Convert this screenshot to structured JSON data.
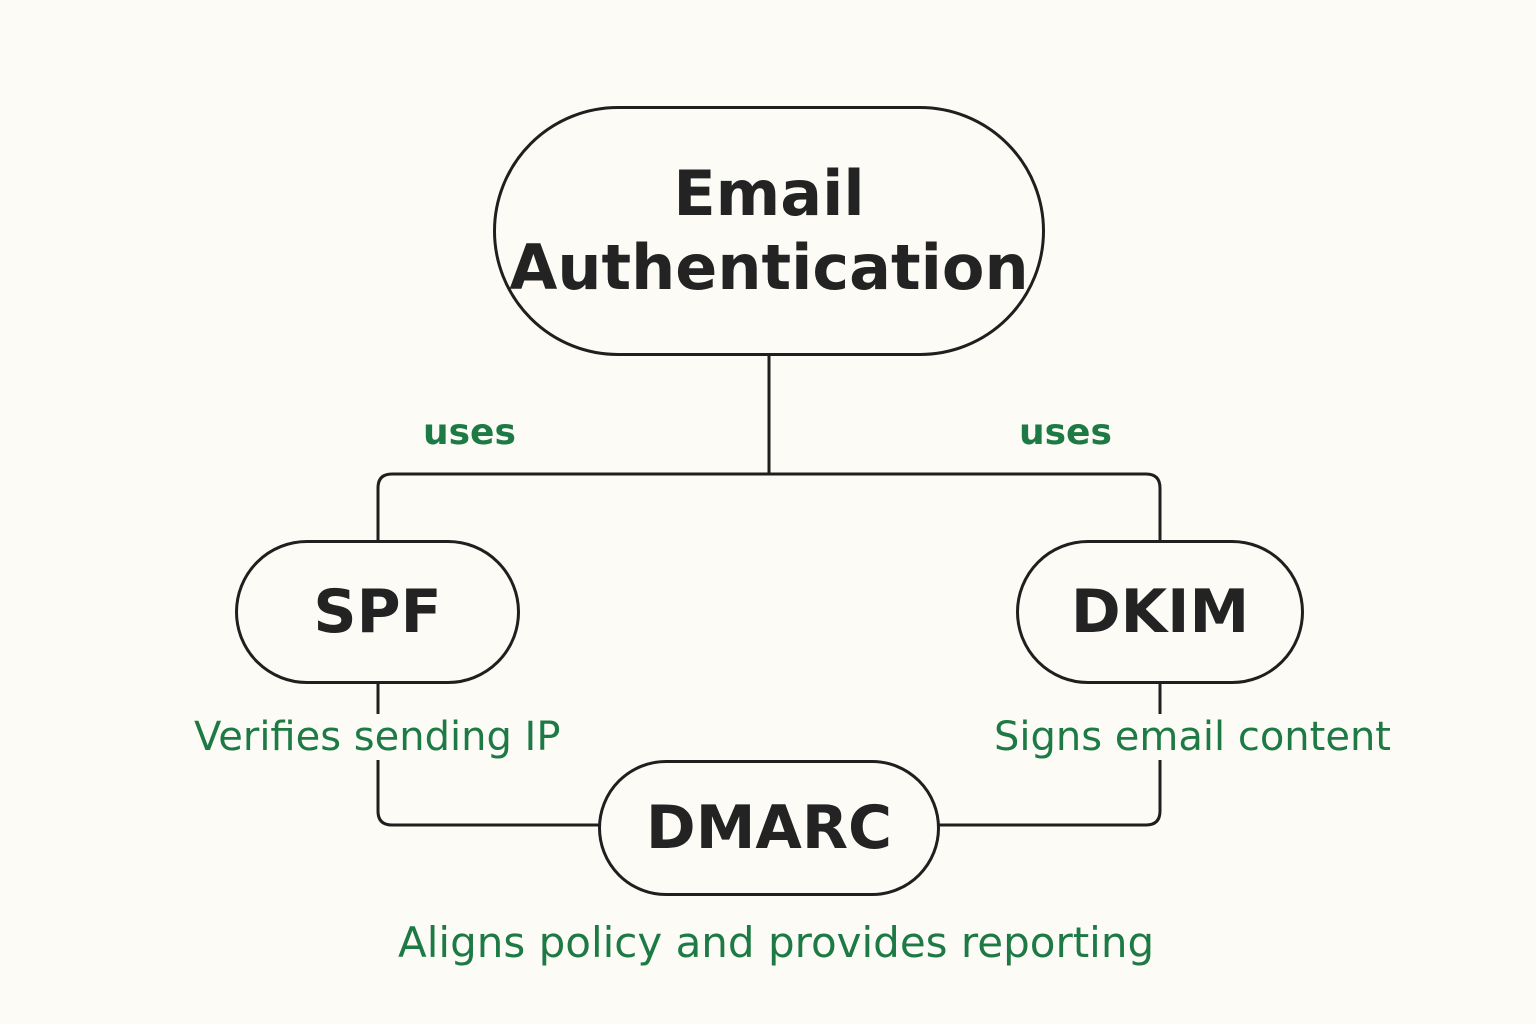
{
  "diagram": {
    "colors": {
      "background": "#fcfbf6",
      "line": "#1f1f1f",
      "node_text": "#232323",
      "label_text": "#1e7a45"
    },
    "nodes": {
      "root": "Email\nAuthentication",
      "spf": "SPF",
      "dkim": "DKIM",
      "dmarc": "DMARC"
    },
    "edge_labels": {
      "left": "uses",
      "right": "uses"
    },
    "descriptions": {
      "spf": "Verifies sending IP",
      "dkim": "Signs email content",
      "dmarc": "Aligns policy and provides reporting"
    }
  }
}
